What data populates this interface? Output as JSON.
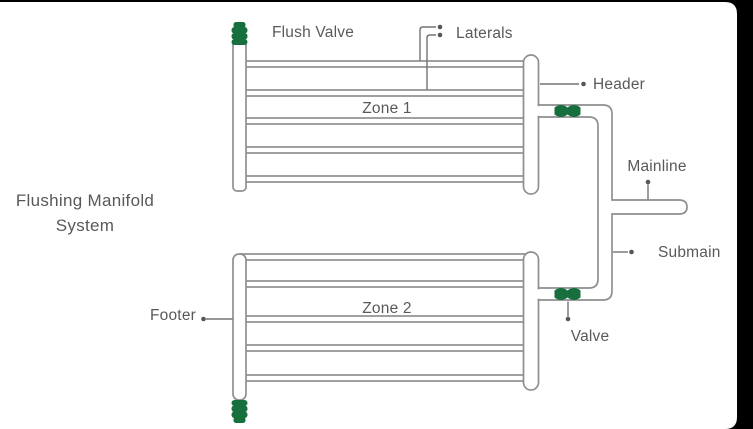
{
  "title": {
    "line1": "Flushing Manifold",
    "line2": "System"
  },
  "labels": {
    "flush_valve": "Flush Valve",
    "laterals": "Laterals",
    "header": "Header",
    "mainline": "Mainline",
    "submain": "Submain",
    "valve": "Valve",
    "footer": "Footer"
  },
  "zones": {
    "zone1": "Zone 1",
    "zone2": "Zone 2"
  },
  "icons": {
    "flush_valve_icon": "green ribbed camlock flush valve",
    "inline_valve_icon": "green inline zone valve"
  },
  "colors": {
    "valve_green": "#186f3e",
    "pipe_outline": "#8d8f91",
    "callout_line": "#717375",
    "callout_dot": "#55565a",
    "label_text": "#58595b",
    "page_bg": "#000000",
    "card_bg": "#ffffff"
  }
}
